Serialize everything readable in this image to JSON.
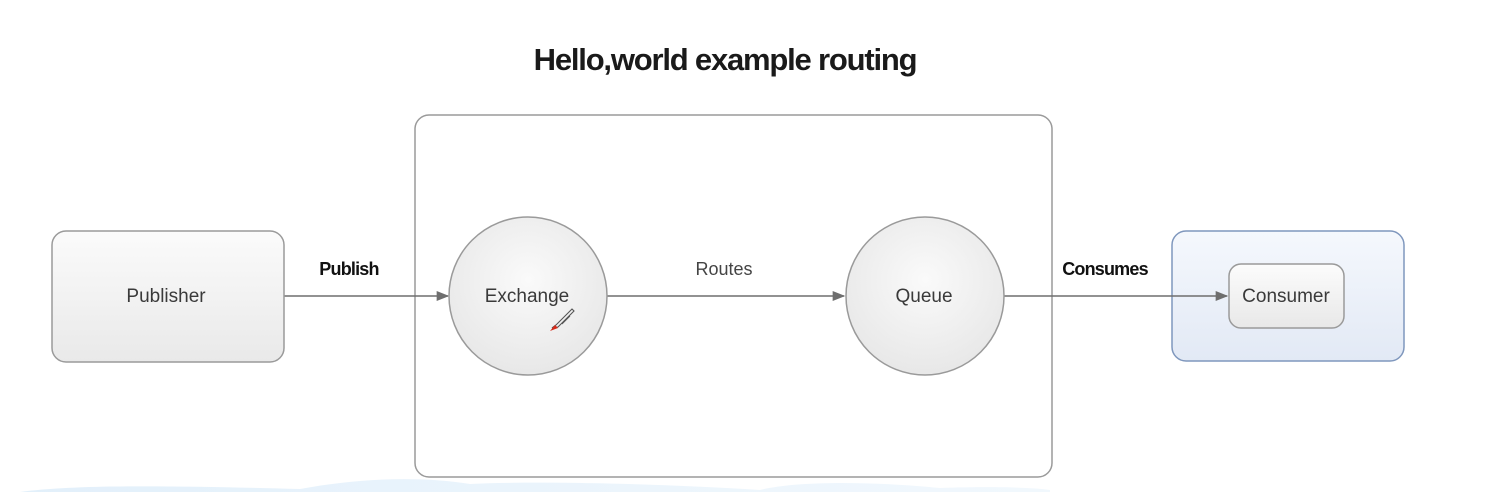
{
  "title": "Hello,world example routing",
  "nodes": {
    "publisher": "Publisher",
    "exchange": "Exchange",
    "queue": "Queue",
    "consumer": "Consumer"
  },
  "edges": {
    "publish": "Publish",
    "routes": "Routes",
    "consumes": "Consumes"
  },
  "icons": {
    "exchange_marker": "pencil-icon"
  },
  "colors": {
    "box_stroke": "#9a9a9a",
    "consumer_container_stroke": "#7f97bd",
    "consumer_container_fill": "#e8eef8",
    "connector": "#6e6e6e",
    "pencil_tip": "#d62a1a"
  }
}
